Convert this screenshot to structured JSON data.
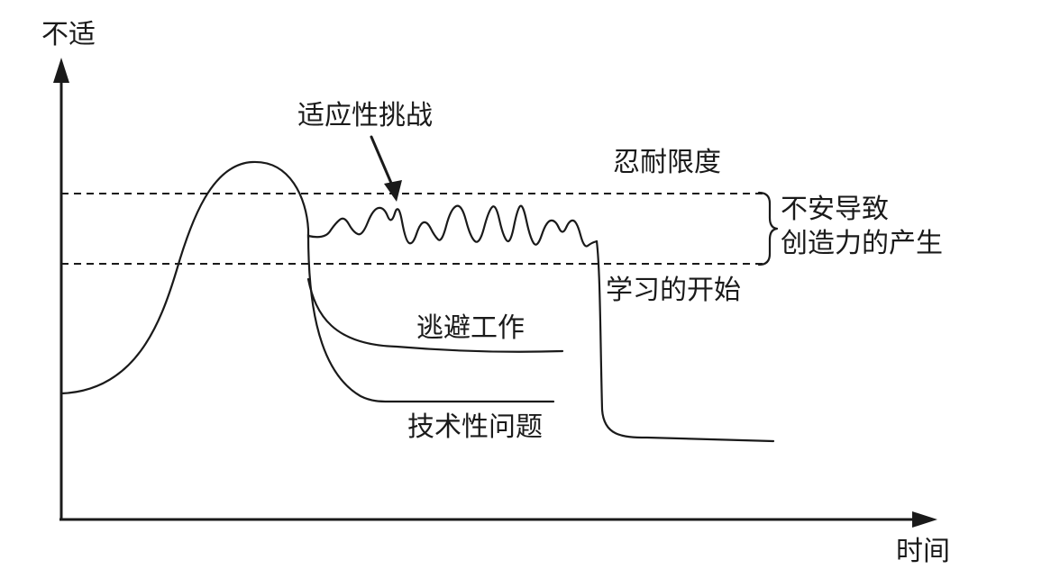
{
  "axes": {
    "y_label": "不适",
    "x_label": "时间"
  },
  "thresholds": {
    "upper_label": "忍耐限度",
    "lower_label": "学习的开始"
  },
  "brace_label": {
    "line1": "不安导致",
    "line2": "创造力的产生"
  },
  "annotations": {
    "challenge": "适应性挑战",
    "avoid": "逃避工作",
    "technical": "技术性问题"
  },
  "colors": {
    "ink": "#1a1a1a",
    "background": "#ffffff"
  }
}
